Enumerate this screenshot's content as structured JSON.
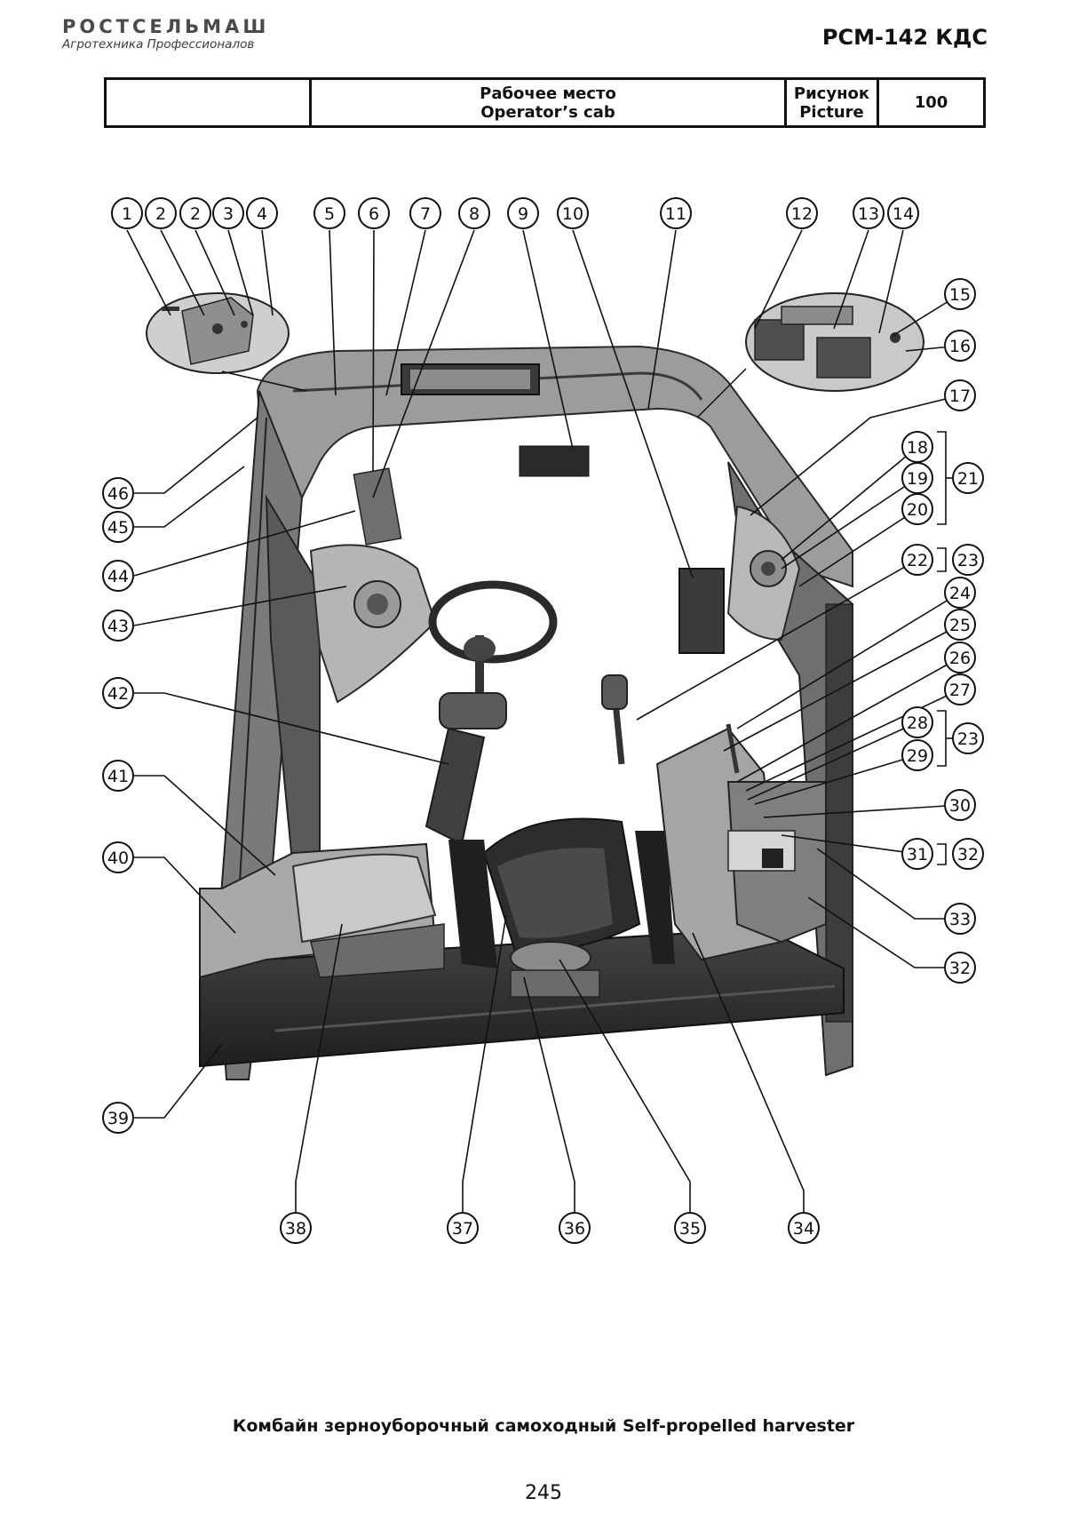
{
  "header": {
    "logo_main": "РОСТСЕЛЬМАШ",
    "logo_sub": "Агротехника Профессионалов",
    "model": "РСМ-142 КДС"
  },
  "title_table": {
    "title_ru": "Рабочее место",
    "title_en": "Operator’s cab",
    "picture_ru": "Рисунок",
    "picture_en": "Picture",
    "picture_number": "100"
  },
  "callouts": [
    "1",
    "2",
    "2",
    "3",
    "4",
    "5",
    "6",
    "7",
    "8",
    "9",
    "10",
    "11",
    "12",
    "13",
    "14",
    "15",
    "16",
    "17",
    "18",
    "19",
    "20",
    "21",
    "22",
    "23",
    "24",
    "25",
    "26",
    "27",
    "28",
    "29",
    "23",
    "30",
    "31",
    "32",
    "33",
    "32",
    "34",
    "35",
    "36",
    "37",
    "38",
    "39",
    "40",
    "41",
    "42",
    "43",
    "44",
    "45",
    "46"
  ],
  "caption": "Комбайн зерноуборочный самоходный  Self-propelled harvester",
  "page_number": "245"
}
